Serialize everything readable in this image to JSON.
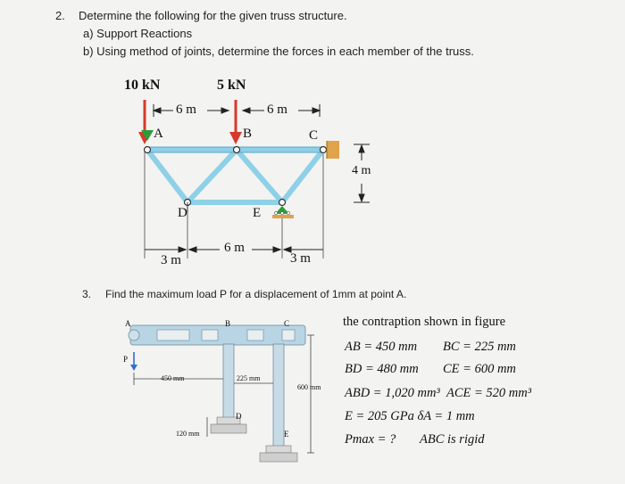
{
  "q2": {
    "number": "2.",
    "text": "Determine the following for the given truss structure.",
    "part_a": "a)  Support Reactions",
    "part_b": "b)  Using method of joints, determine the forces in each member of the truss."
  },
  "truss": {
    "load_a": "10 kN",
    "load_b": "5 kN",
    "dim_top_1": "6 m",
    "dim_top_2": "6 m",
    "dim_height": "4 m",
    "dim_bottom_left": "3 m",
    "dim_bottom_mid": "6 m",
    "dim_bottom_right": "3 m",
    "nodes": {
      "a": "A",
      "b": "B",
      "c": "C",
      "d": "D",
      "e": "E"
    }
  },
  "q3": {
    "number": "3.",
    "text": "Find the maximum load P for a displacement of 1mm at point A."
  },
  "contraption": {
    "label_a": "A",
    "label_p": "P",
    "label_b": "B",
    "label_c": "C",
    "label_d": "D",
    "label_e": "E",
    "dim_450": "450 mm",
    "dim_225": "225 mm",
    "dim_600": "600 mm",
    "dim_120": "120 mm"
  },
  "given": {
    "line1": "the contraption shown in figure",
    "ab": "AB = 450 mm",
    "bc": "BC = 225 mm",
    "bd": "BD = 480 mm",
    "ce": "CE = 600 mm",
    "abd": "ABD = 1,020 mm³",
    "ace": "ACE = 520 mm³",
    "e_delta": "E = 205 GPa  δA = 1 mm",
    "pmax": "Pmax = ?",
    "rigid": "ABC is rigid"
  },
  "colors": {
    "page": "#f3f3f1",
    "truss_member": "#8ed0e8",
    "load_arrow": "#d63a2a",
    "support_green": "#2e9b3a",
    "support_orange": "#e0a24a",
    "contraption_fill": "#b9d4e2"
  }
}
